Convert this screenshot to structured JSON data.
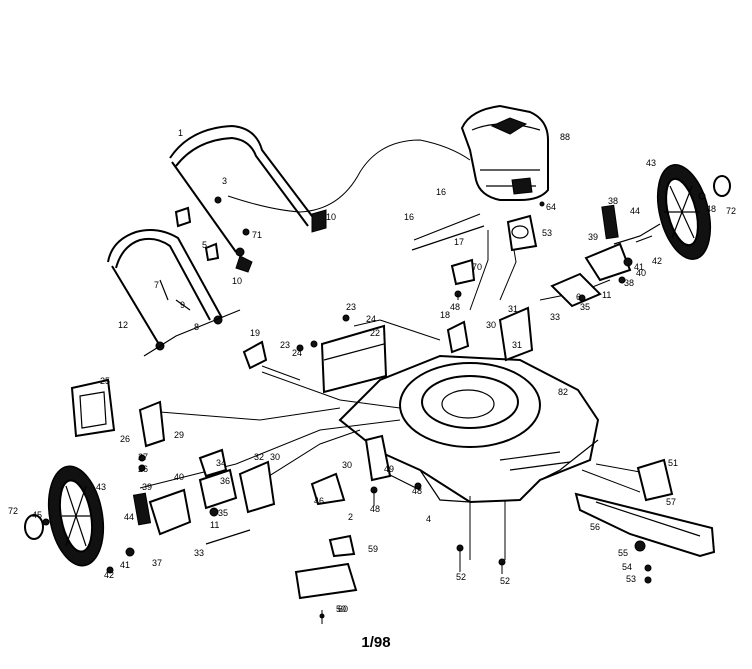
{
  "diagram": {
    "footer": "1/98",
    "callouts": [
      "1",
      "2",
      "3",
      "4",
      "5",
      "6",
      "7",
      "8",
      "9",
      "10",
      "10",
      "11",
      "11",
      "12",
      "16",
      "16",
      "17",
      "18",
      "19",
      "22",
      "23",
      "23",
      "24",
      "24",
      "25",
      "26",
      "26",
      "27",
      "29",
      "30",
      "30",
      "30",
      "31",
      "31",
      "32",
      "33",
      "33",
      "34",
      "35",
      "35",
      "36",
      "37",
      "38",
      "38",
      "39",
      "39",
      "40",
      "40",
      "41",
      "41",
      "42",
      "42",
      "43",
      "43",
      "44",
      "44",
      "45",
      "46",
      "48",
      "48",
      "48",
      "48",
      "49",
      "50",
      "51",
      "52",
      "52",
      "53",
      "53",
      "54",
      "55",
      "56",
      "57",
      "59",
      "60",
      "64",
      "70",
      "71",
      "72",
      "72",
      "82",
      "88"
    ]
  }
}
